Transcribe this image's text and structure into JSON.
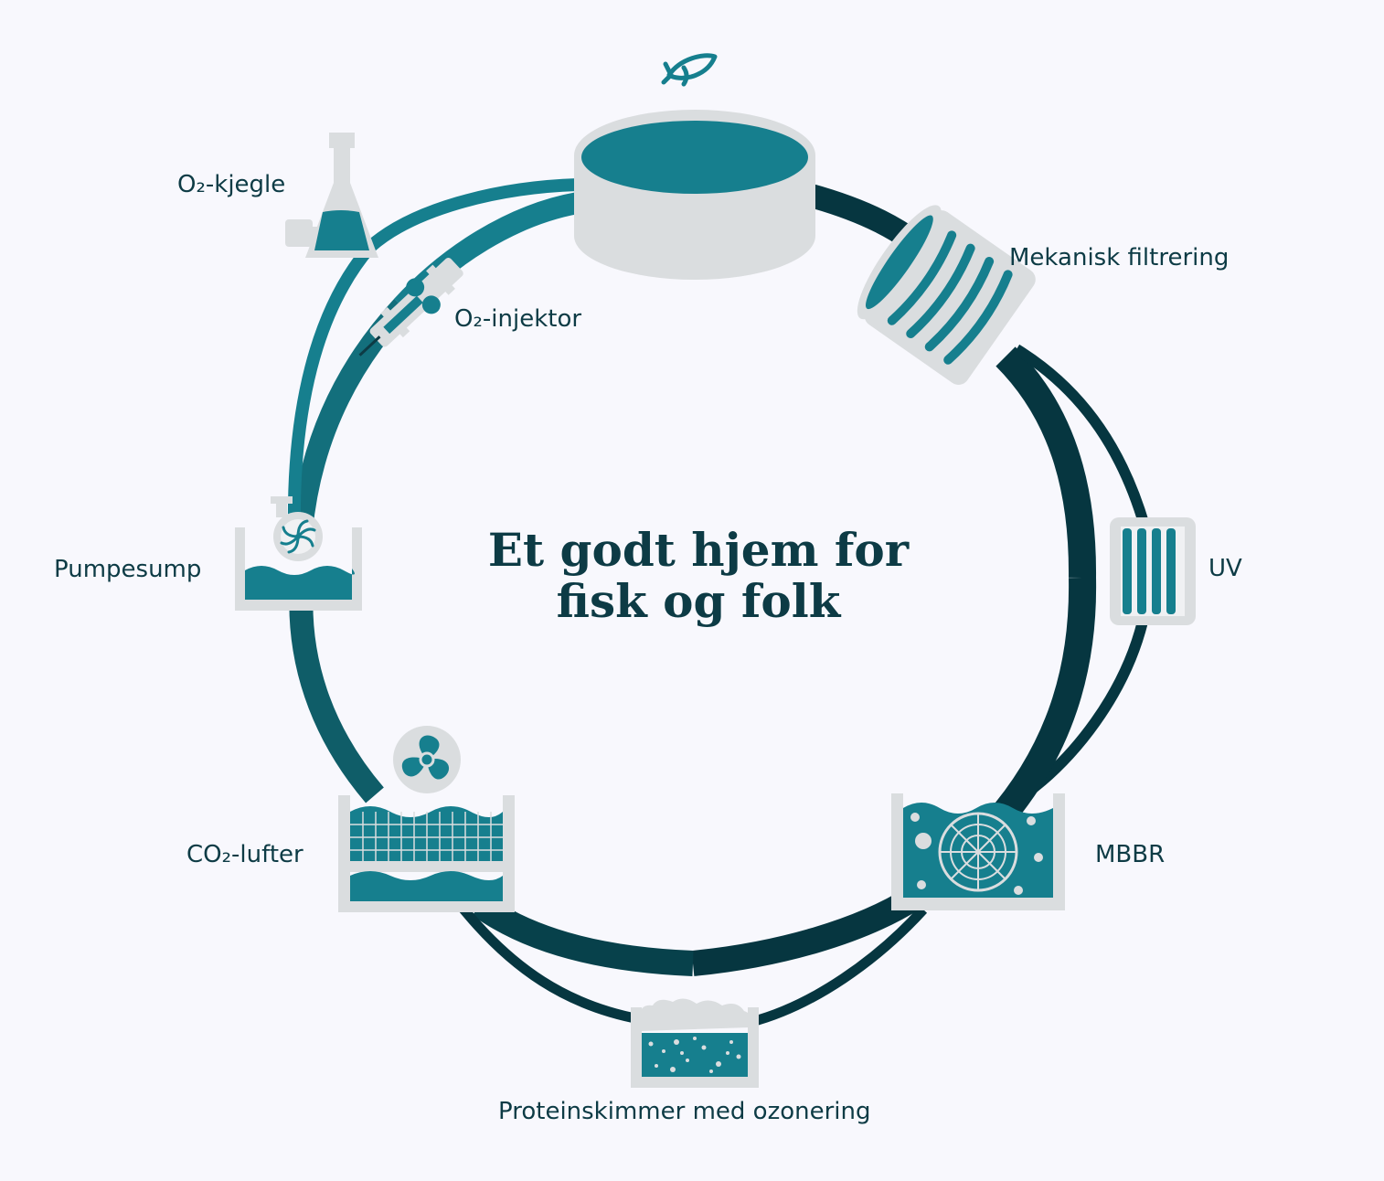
{
  "title": {
    "line1": "Et godt hjem for",
    "line2": "fisk og folk"
  },
  "stations": {
    "o2_cone": "O₂-kjegle",
    "o2_injector": "O₂-injektor",
    "mechanical_filtration": "Mekanisk filtrering",
    "uv": "UV",
    "mbbr": "MBBR",
    "protein_skimmer": "Proteinskimmer med ozonering",
    "co2_stripper": "CO₂-lufter",
    "pump_sump": "Pumpesump"
  },
  "colors": {
    "background": "#f8f8fd",
    "teal": "#167f8e",
    "teal_dark": "#0f5d68",
    "navy": "#063640",
    "light_grey": "#dadddf",
    "text": "#0d3b45"
  },
  "icons": [
    "fish-icon",
    "fish-tank-icon",
    "flask-icon",
    "injector-icon",
    "filter-drum-icon",
    "uv-lamp-icon",
    "mbbr-tank-icon",
    "skimmer-tank-icon",
    "fan-icon",
    "co2-tank-icon",
    "pump-sump-icon"
  ]
}
